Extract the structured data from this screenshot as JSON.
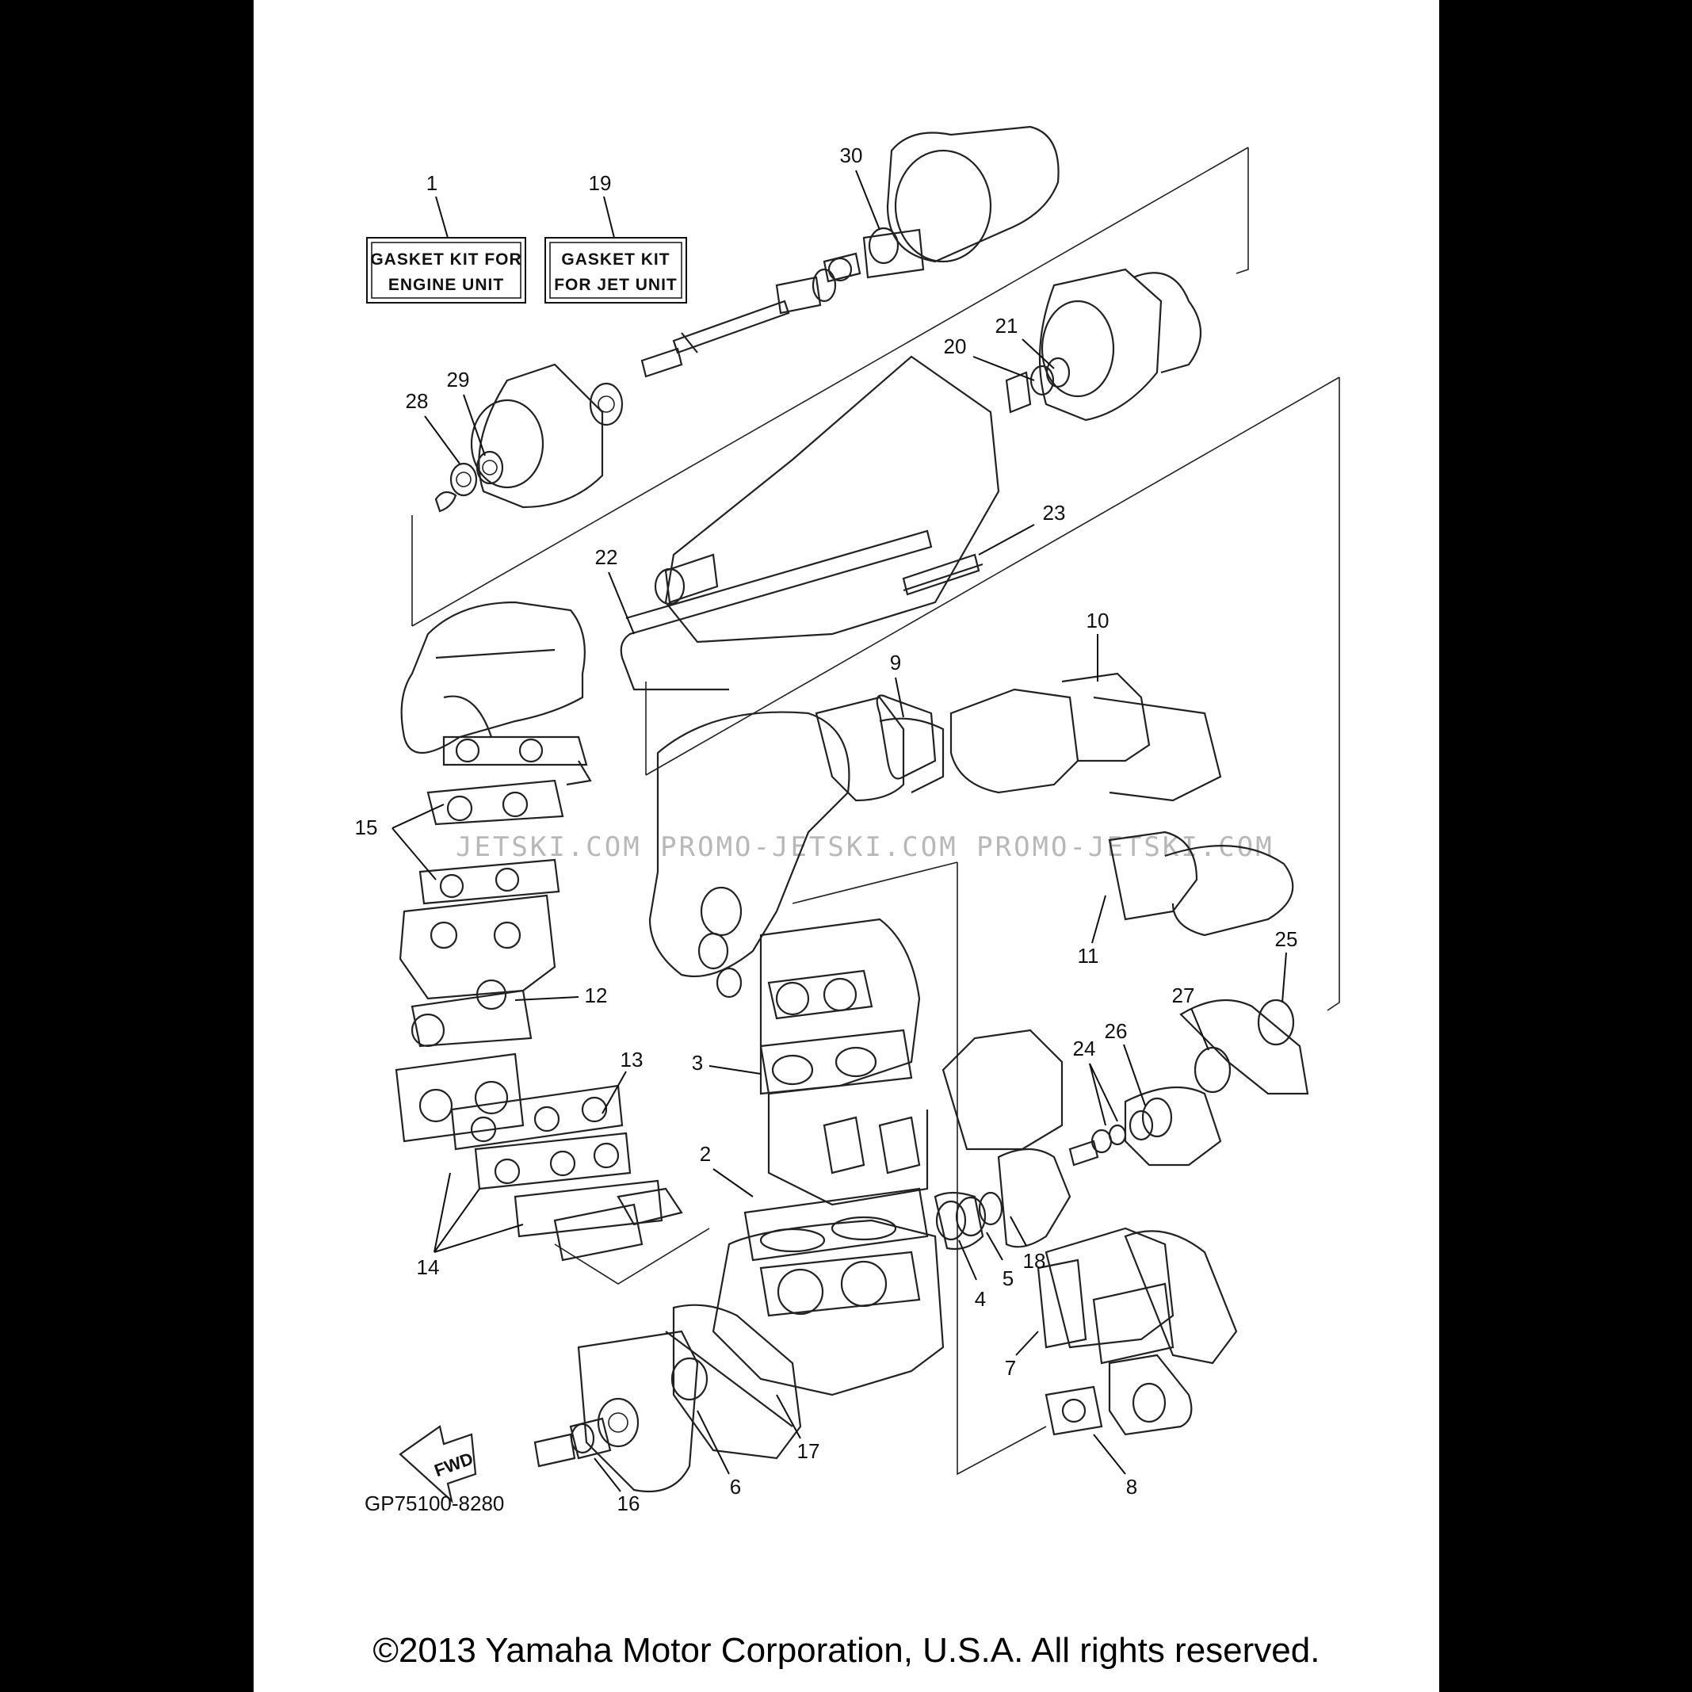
{
  "kits": [
    {
      "number": "1",
      "line1": "GASKET KIT FOR",
      "line2": "ENGINE UNIT"
    },
    {
      "number": "19",
      "line1": "GASKET KIT",
      "line2": "FOR JET UNIT"
    }
  ],
  "callouts": [
    "2",
    "3",
    "4",
    "5",
    "6",
    "7",
    "8",
    "9",
    "10",
    "11",
    "12",
    "13",
    "14",
    "15",
    "16",
    "17",
    "18",
    "20",
    "21",
    "22",
    "23",
    "24",
    "25",
    "26",
    "27",
    "28",
    "29",
    "30"
  ],
  "direction_label": "FWD",
  "diagram_code": "GP75100-8280",
  "watermark": "JETSKI.COM  PROMO-JETSKI.COM  PROMO-JETSKI.COM",
  "copyright": "©2013 Yamaha Motor Corporation, U.S.A. All rights reserved."
}
